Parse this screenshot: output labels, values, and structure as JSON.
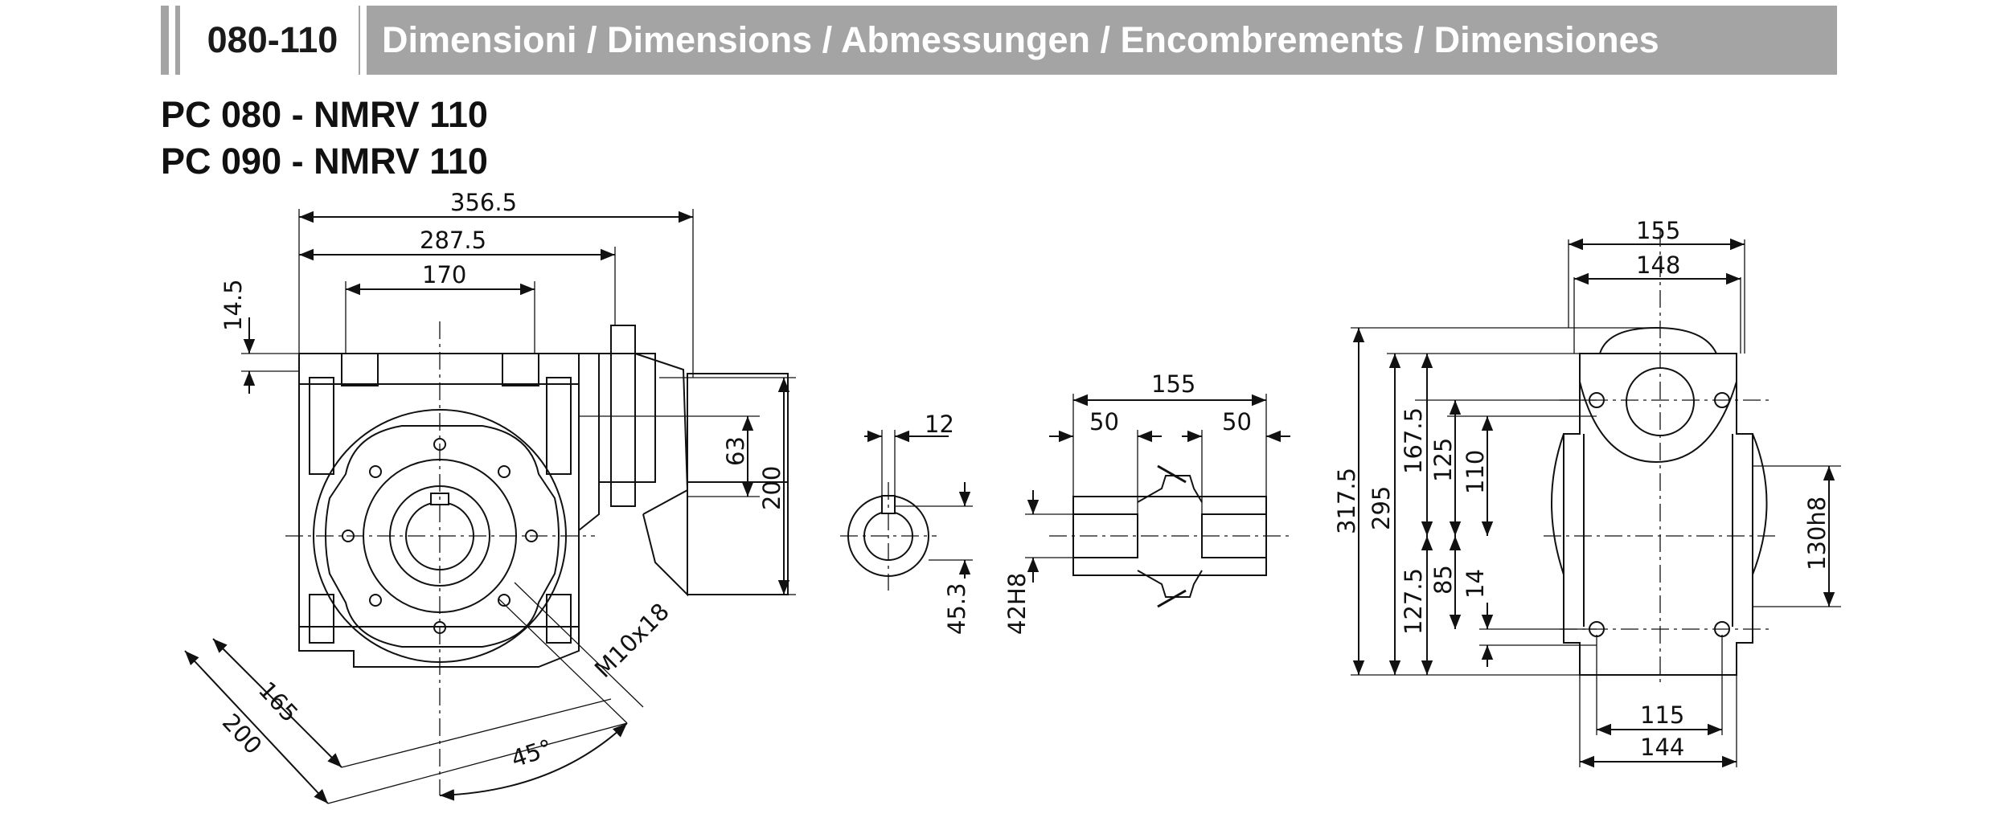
{
  "header": {
    "code": "080-110",
    "title": "Dimensioni / Dimensions / Abmessungen / Encombrements / Dimensiones"
  },
  "models": [
    "PC 080 - NMRV 110",
    "PC 090 - NMRV 110"
  ],
  "front_view": {
    "dim_overall": "356.5",
    "dim_to_flange": "287.5",
    "dim_base_holes": "170",
    "dim_foot": "14.5",
    "dim_input_offset": "63",
    "dim_input_flange_height": "200",
    "dim_bolt_circle": "165",
    "dim_flange_diameter": "200",
    "thread": "M10x18",
    "angle": "45°"
  },
  "shaft_view": {
    "key_width": "12",
    "key_depth": "45.3"
  },
  "hollow_shaft_view": {
    "length": "155",
    "left_seat": "50",
    "right_seat": "50",
    "bore": "42H8"
  },
  "side_view": {
    "width_overall": "155",
    "width_inner": "148",
    "height_total": "317.5",
    "height_body": "295",
    "upper_height": "167.5",
    "lower_height": "127.5",
    "upper_holes": "125",
    "center_to_top_hole": "110",
    "center_to_bottom_hole": "85",
    "foot_thickness": "14",
    "pilot": "130h8",
    "holes_spacing": "115",
    "base_width": "144"
  }
}
